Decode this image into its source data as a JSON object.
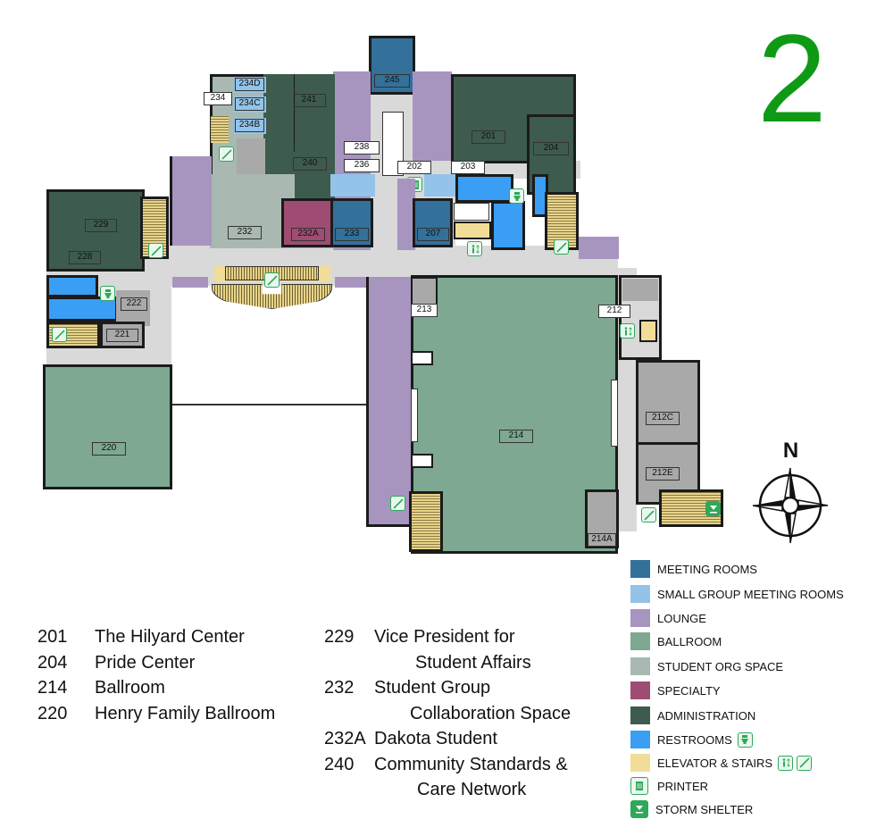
{
  "floor_number": "2",
  "compass": {
    "label": "N"
  },
  "colors": {
    "meeting_rooms": "#33709a",
    "small_group": "#93c3e9",
    "lounge": "#a795c0",
    "ballroom": "#7ea891",
    "student_org": "#a9b9b1",
    "specialty": "#9e4c72",
    "administration": "#3d5c4e",
    "restrooms": "#3a9ef4",
    "elevator_stairs": "#f1dd97",
    "corridor": "#d9d9d9",
    "gray_room": "#a9a9a9",
    "icon_green": "#2fa85a",
    "floor_number": "#0f9a16"
  },
  "rooms": {
    "r245": "245",
    "r241": "241",
    "r234": "234",
    "r234d": "234D",
    "r234c": "234C",
    "r234b": "234B",
    "r238": "238",
    "r236": "236",
    "r240": "240",
    "r202": "202",
    "r203": "203",
    "r201": "201",
    "r204": "204",
    "r232": "232",
    "r232a": "232A",
    "r233": "233",
    "r207": "207",
    "r229": "229",
    "r228": "228",
    "r222": "222",
    "r221": "221",
    "r213": "213",
    "r212": "212",
    "r212c": "212C",
    "r212e": "212E",
    "r214": "214",
    "r214a": "214A",
    "r220": "220"
  },
  "legend": [
    {
      "label": "MEETING ROOMS",
      "color": "#33709a"
    },
    {
      "label": "SMALL GROUP MEETING ROOMS",
      "color": "#93c3e9"
    },
    {
      "label": "LOUNGE",
      "color": "#a795c0"
    },
    {
      "label": "BALLROOM",
      "color": "#7ea891"
    },
    {
      "label": "STUDENT ORG SPACE",
      "color": "#a9b9b1"
    },
    {
      "label": "SPECIALTY",
      "color": "#9e4c72"
    },
    {
      "label": "ADMINISTRATION",
      "color": "#3d5c4e"
    },
    {
      "label": "RESTROOMS",
      "color": "#3a9ef4",
      "icons": [
        "restroom-icon"
      ]
    },
    {
      "label": "ELEVATOR & STAIRS",
      "color": "#f1dd97",
      "icons": [
        "elevator-icon",
        "stairs-icon"
      ]
    },
    {
      "label": "PRINTER",
      "icon": "printer-icon"
    },
    {
      "label": "STORM SHELTER",
      "icon": "storm-shelter-icon"
    }
  ],
  "room_key_left": [
    {
      "number": "201",
      "name": "The Hilyard Center"
    },
    {
      "number": "204",
      "name": "Pride Center"
    },
    {
      "number": "214",
      "name": "Ballroom"
    },
    {
      "number": "220",
      "name": "Henry Family Ballroom"
    }
  ],
  "room_key_right": [
    {
      "number": "229",
      "name": "Vice President for",
      "cont": "Student Affairs"
    },
    {
      "number": "232",
      "name": "Student Group",
      "cont": "Collaboration Space"
    },
    {
      "number": "232A",
      "name": "Dakota Student"
    },
    {
      "number": "240",
      "name": "Community Standards &",
      "cont": "Care Network"
    }
  ]
}
